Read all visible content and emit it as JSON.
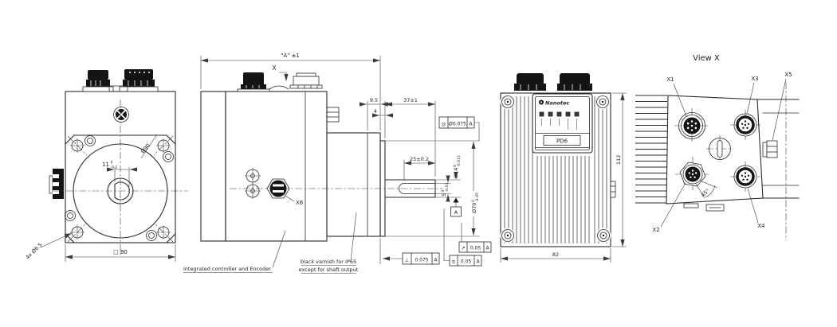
{
  "front": {
    "dim_square": "□ 80",
    "dim_holes": "4x Ø6.5",
    "dim_bolt_circle": "Ø90",
    "flat_nom": "11",
    "flat_hi": "0",
    "flat_lo": "-0.1"
  },
  "side": {
    "dim_overall": "\"A\" ±1",
    "view_label": "X",
    "dim_9_5": "9.5",
    "dim_37": "37±1",
    "dim_4": "4",
    "dim_25": "25±0.2",
    "d5_nom": "5",
    "d5_hi": "0",
    "d5_lo": "-0.03",
    "d14_nom": "Ø14",
    "d14_hi": "0",
    "d14_lo": "-0.013",
    "d70_nom": "Ø70",
    "d70_hi": "0",
    "d70_lo": "-0.05",
    "connector": "X6",
    "datum": "A",
    "fcf_concentricity": {
      "sym": "◎",
      "val": "Ø0.075",
      "datum": "A"
    },
    "fcf_perpendicularity": {
      "sym": "⊥",
      "val": "0.075",
      "datum": "A"
    },
    "fcf_runout": {
      "sym": "↗",
      "val": "0.05",
      "datum": "A"
    },
    "fcf_symmetry": {
      "sym": "≡",
      "val": "0.05",
      "datum": "A"
    },
    "note_controller": "integrated controller and Encoder",
    "note_varnish_line1": "black varnish for IP65",
    "note_varnish_line2": "except for shaft output"
  },
  "rear": {
    "brand": "Nanotec",
    "model": "PD6",
    "dim_height": "112",
    "dim_width": "82"
  },
  "viewx": {
    "title": "View X",
    "x1": "X1",
    "x2": "X2",
    "x3": "X3",
    "x4": "X4",
    "x5": "X5",
    "angle": "45°"
  }
}
